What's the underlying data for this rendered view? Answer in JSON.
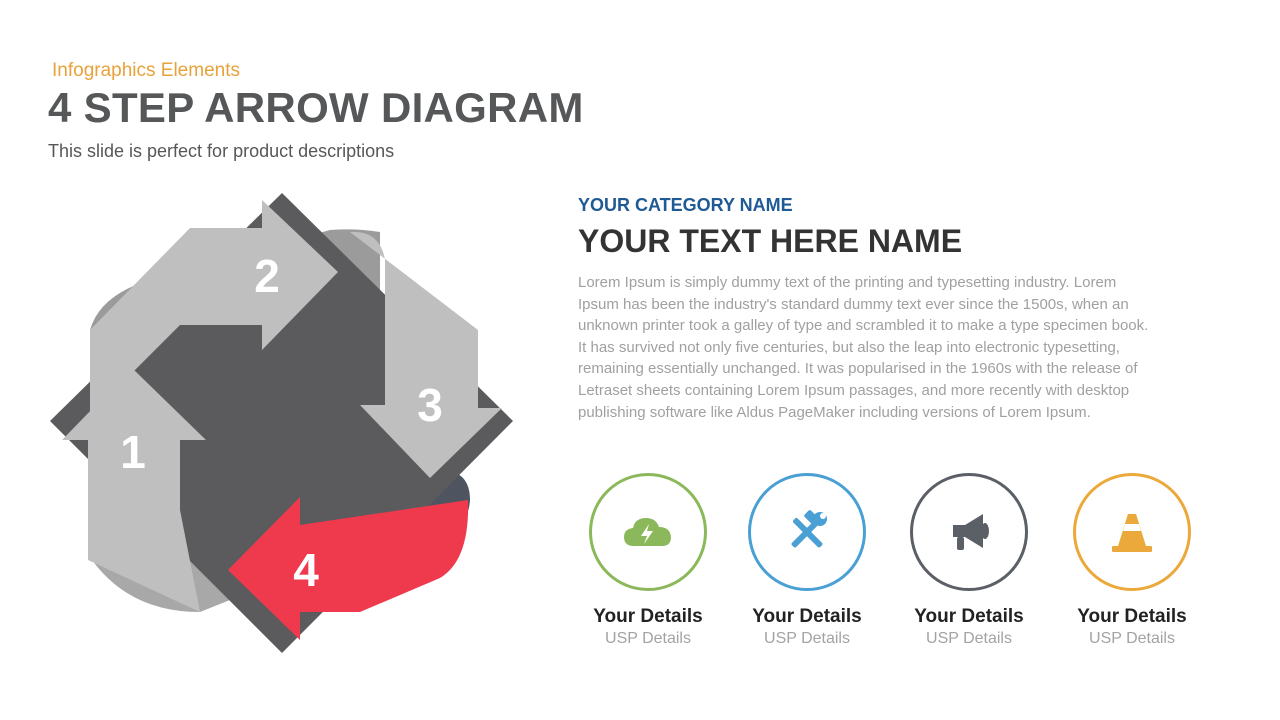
{
  "header": {
    "eyebrow": "Infographics Elements",
    "title": "4 STEP ARROW DIAGRAM",
    "subtitle": "This slide is perfect for product descriptions"
  },
  "diagram": {
    "steps": [
      {
        "number": "1",
        "color": "#bfbfbf"
      },
      {
        "number": "2",
        "color": "#bfbfbf"
      },
      {
        "number": "3",
        "color": "#bfbfbf"
      },
      {
        "number": "4",
        "color": "#ef3a4d"
      }
    ],
    "center_color": "#5b5b5d"
  },
  "content": {
    "category": "YOUR CATEGORY NAME",
    "heading": "YOUR TEXT HERE NAME",
    "body": "Lorem Ipsum is simply dummy text of the printing and typesetting industry. Lorem Ipsum has been the industry's standard dummy text ever since the 1500s, when an unknown printer took a galley of type and scrambled it to make a type specimen book. It has survived not only five centuries, but also the leap into electronic typesetting, remaining essentially unchanged. It was popularised in the 1960s with the release of Letraset sheets containing Lorem Ipsum passages, and more recently with desktop publishing software like Aldus PageMaker including versions of Lorem Ipsum."
  },
  "features": [
    {
      "title": "Your Details",
      "subtitle": "USP Details",
      "icon": "cloud-lightning-icon",
      "color": "#8cb85c"
    },
    {
      "title": "Your Details",
      "subtitle": "USP Details",
      "icon": "tools-icon",
      "color": "#4a9fd4"
    },
    {
      "title": "Your Details",
      "subtitle": "USP Details",
      "icon": "megaphone-icon",
      "color": "#5b5f66"
    },
    {
      "title": "Your Details",
      "subtitle": "USP Details",
      "icon": "traffic-cone-icon",
      "color": "#eba93b"
    }
  ]
}
